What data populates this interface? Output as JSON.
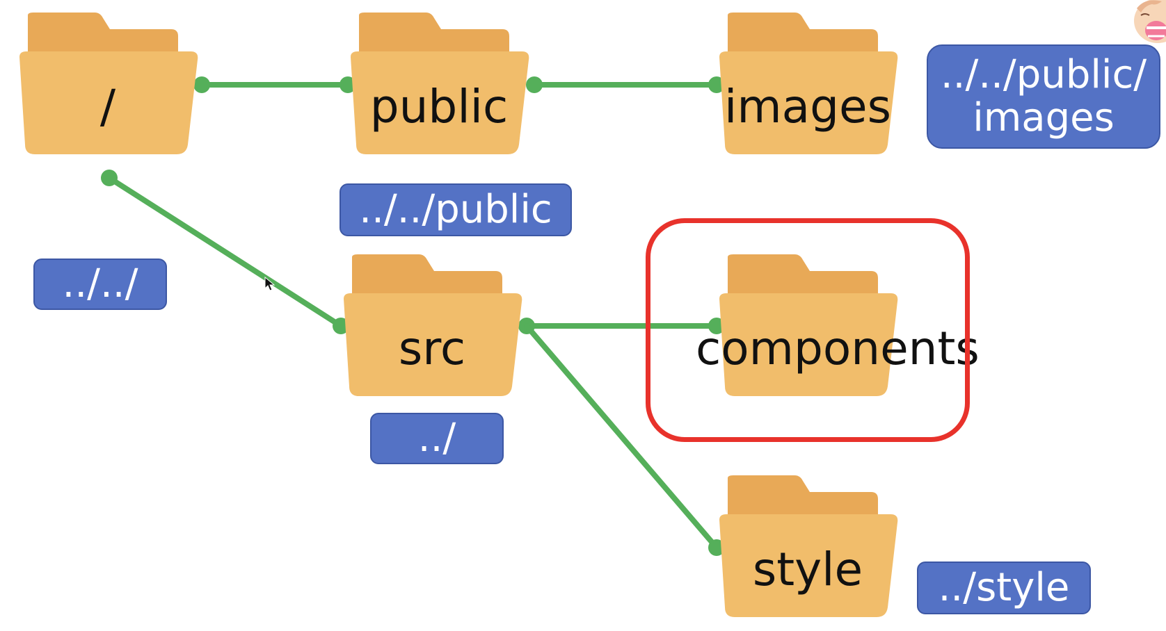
{
  "colors": {
    "folder_tab": "#e8a957",
    "folder_body": "#f1bd6b",
    "connector": "#55af5a",
    "badge_fill": "#5472c5",
    "highlight": "#e8322b"
  },
  "folders": {
    "root": {
      "label": "/",
      "icon": "folder-icon"
    },
    "public": {
      "label": "public",
      "icon": "folder-icon"
    },
    "images": {
      "label": "images",
      "icon": "folder-icon"
    },
    "src": {
      "label": "src",
      "icon": "folder-icon"
    },
    "components": {
      "label": "components",
      "icon": "folder-icon"
    },
    "style": {
      "label": "style",
      "icon": "folder-icon"
    }
  },
  "paths": {
    "images_path_line1": "../../public/",
    "images_path_line2": "images",
    "public_path": "../../public",
    "root_path": "../../",
    "src_path": "../",
    "style_path": "../style"
  },
  "connections": [
    [
      "root",
      "public"
    ],
    [
      "public",
      "images"
    ],
    [
      "root",
      "src"
    ],
    [
      "src",
      "components"
    ],
    [
      "src",
      "style"
    ]
  ],
  "highlighted_folder": "components"
}
